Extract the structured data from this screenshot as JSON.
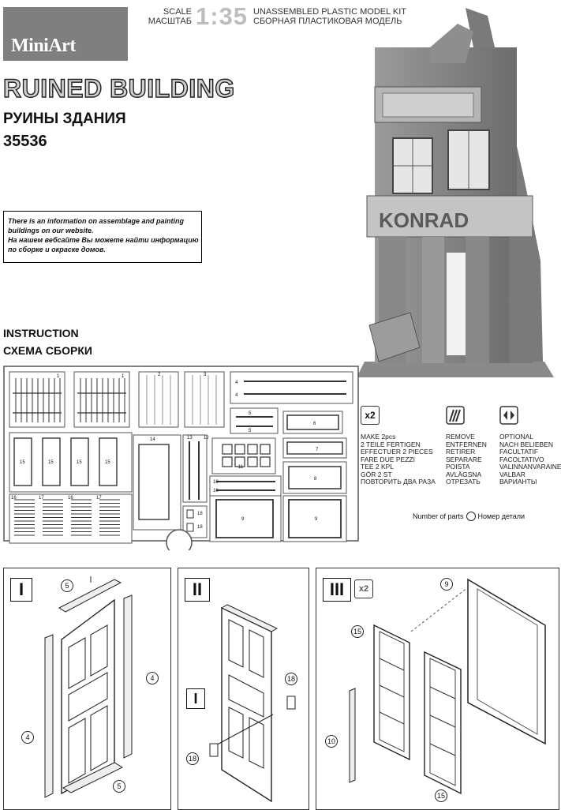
{
  "brand": {
    "name": "MiniArt"
  },
  "header": {
    "scale_en": "SCALE",
    "scale_ru": "МАСШТАБ",
    "scale_value": "1:35",
    "kit_en": "UNASSEMBLED PLASTIC MODEL KIT",
    "kit_ru": "СБОРНАЯ ПЛАСТИКОВАЯ МОДЕЛЬ"
  },
  "title": {
    "en": "RUINED BUILDING",
    "ru": "РУИНЫ ЗДАНИЯ",
    "number": "35536"
  },
  "info": {
    "line1": "There is an information on assemblage and painting",
    "line2": "buildings on our website.",
    "line3": "На нашем вебсайте Вы можете найти информацию",
    "line4": "по сборке и окраске домов."
  },
  "photo": {
    "sign": "KONRAD"
  },
  "instruction": {
    "en": "INSTRUCTION",
    "ru": "СХЕМА СБОРКИ"
  },
  "legend": {
    "make_icon": "x2",
    "make": [
      "MAKE 2pcs",
      "2 TEILE FERTIGEN",
      "EFFECTUER 2 PIECES",
      "FARE DUE PEZZI",
      "TEE 2 KPL",
      "GÖR 2 ST",
      "ПОВТОРИТЬ ДВА РАЗА"
    ],
    "remove": [
      "REMOVE",
      "ENTFERNEN",
      "RETIRER",
      "SEPARARE",
      "POISTA",
      "AVLÄGSNA",
      "ОТРЕЗАТЬ"
    ],
    "optional": [
      "OPTIONAL",
      "NACH BELIEBEN",
      "FACULTATIF",
      "FACOLTATIVO",
      "VALINNANVARAINEN",
      "VALBAR",
      "ВАРИАНТЫ"
    ],
    "parts_en": "Number of parts",
    "parts_ru": "Номер детали"
  },
  "sprue": {
    "labels": [
      "1",
      "1",
      "2",
      "3",
      "4",
      "4",
      "5",
      "5",
      "6",
      "7",
      "8",
      "9",
      "9",
      "10",
      "10",
      "11",
      "12",
      "13",
      "14",
      "15",
      "15",
      "15",
      "15",
      "16",
      "16",
      "17",
      "17",
      "18",
      "18"
    ]
  },
  "steps": {
    "s1": {
      "label": "I",
      "callouts": [
        "5",
        "4",
        "4",
        "5"
      ]
    },
    "s2": {
      "label": "II",
      "ref": "I",
      "callouts": [
        "18",
        "18"
      ]
    },
    "s3": {
      "label": "III",
      "mult": "x2",
      "callouts": [
        "9",
        "15",
        "10",
        "15"
      ]
    }
  }
}
